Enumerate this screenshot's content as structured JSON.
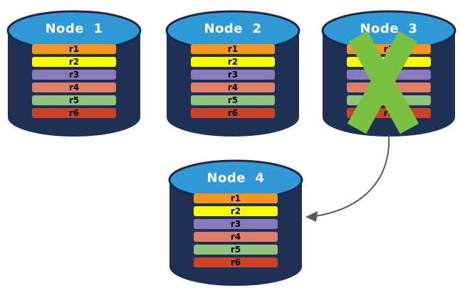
{
  "diagram": {
    "colors": {
      "cylinder_body": "#1E3154",
      "cylinder_top": "#2F9AD6",
      "cylinder_top_stroke": "#17294E",
      "title_text": "#FFFFFF",
      "row_text": "#000000",
      "x_mark": "#7CC242",
      "arrow": "#595959"
    },
    "nodes": [
      {
        "title": "Node  1",
        "failed": false,
        "rows": [
          {
            "label": "r1",
            "color": "#F7941E"
          },
          {
            "label": "r2",
            "color": "#FCFC00"
          },
          {
            "label": "r3",
            "color": "#8979BD"
          },
          {
            "label": "r4",
            "color": "#DE7D69"
          },
          {
            "label": "r5",
            "color": "#90C47E"
          },
          {
            "label": "r6",
            "color": "#CB4226"
          }
        ]
      },
      {
        "title": "Node  2",
        "failed": false,
        "rows": [
          {
            "label": "r1",
            "color": "#F7941E"
          },
          {
            "label": "r2",
            "color": "#FCFC00"
          },
          {
            "label": "r3",
            "color": "#8979BD"
          },
          {
            "label": "r4",
            "color": "#DE7D69"
          },
          {
            "label": "r5",
            "color": "#90C47E"
          },
          {
            "label": "r6",
            "color": "#CB4226"
          }
        ]
      },
      {
        "title": "Node  3",
        "failed": true,
        "rows": [
          {
            "label": "r1",
            "color": "#F7941E"
          },
          {
            "label": "r2",
            "color": "#FCFC00"
          },
          {
            "label": "r3",
            "color": "#8979BD"
          },
          {
            "label": "r4",
            "color": "#DE7D69"
          },
          {
            "label": "r5",
            "color": "#90C47E"
          },
          {
            "label": "r6",
            "color": "#CB4226"
          }
        ]
      },
      {
        "title": "Node  4",
        "failed": false,
        "rows": [
          {
            "label": "r1",
            "color": "#F7941E"
          },
          {
            "label": "r2",
            "color": "#FCFC00"
          },
          {
            "label": "r3",
            "color": "#8979BD"
          },
          {
            "label": "r4",
            "color": "#DE7D69"
          },
          {
            "label": "r5",
            "color": "#90C47E"
          },
          {
            "label": "r6",
            "color": "#CB4226"
          }
        ]
      }
    ],
    "arrow": {
      "from": "Node  3",
      "to": "Node  4"
    }
  }
}
